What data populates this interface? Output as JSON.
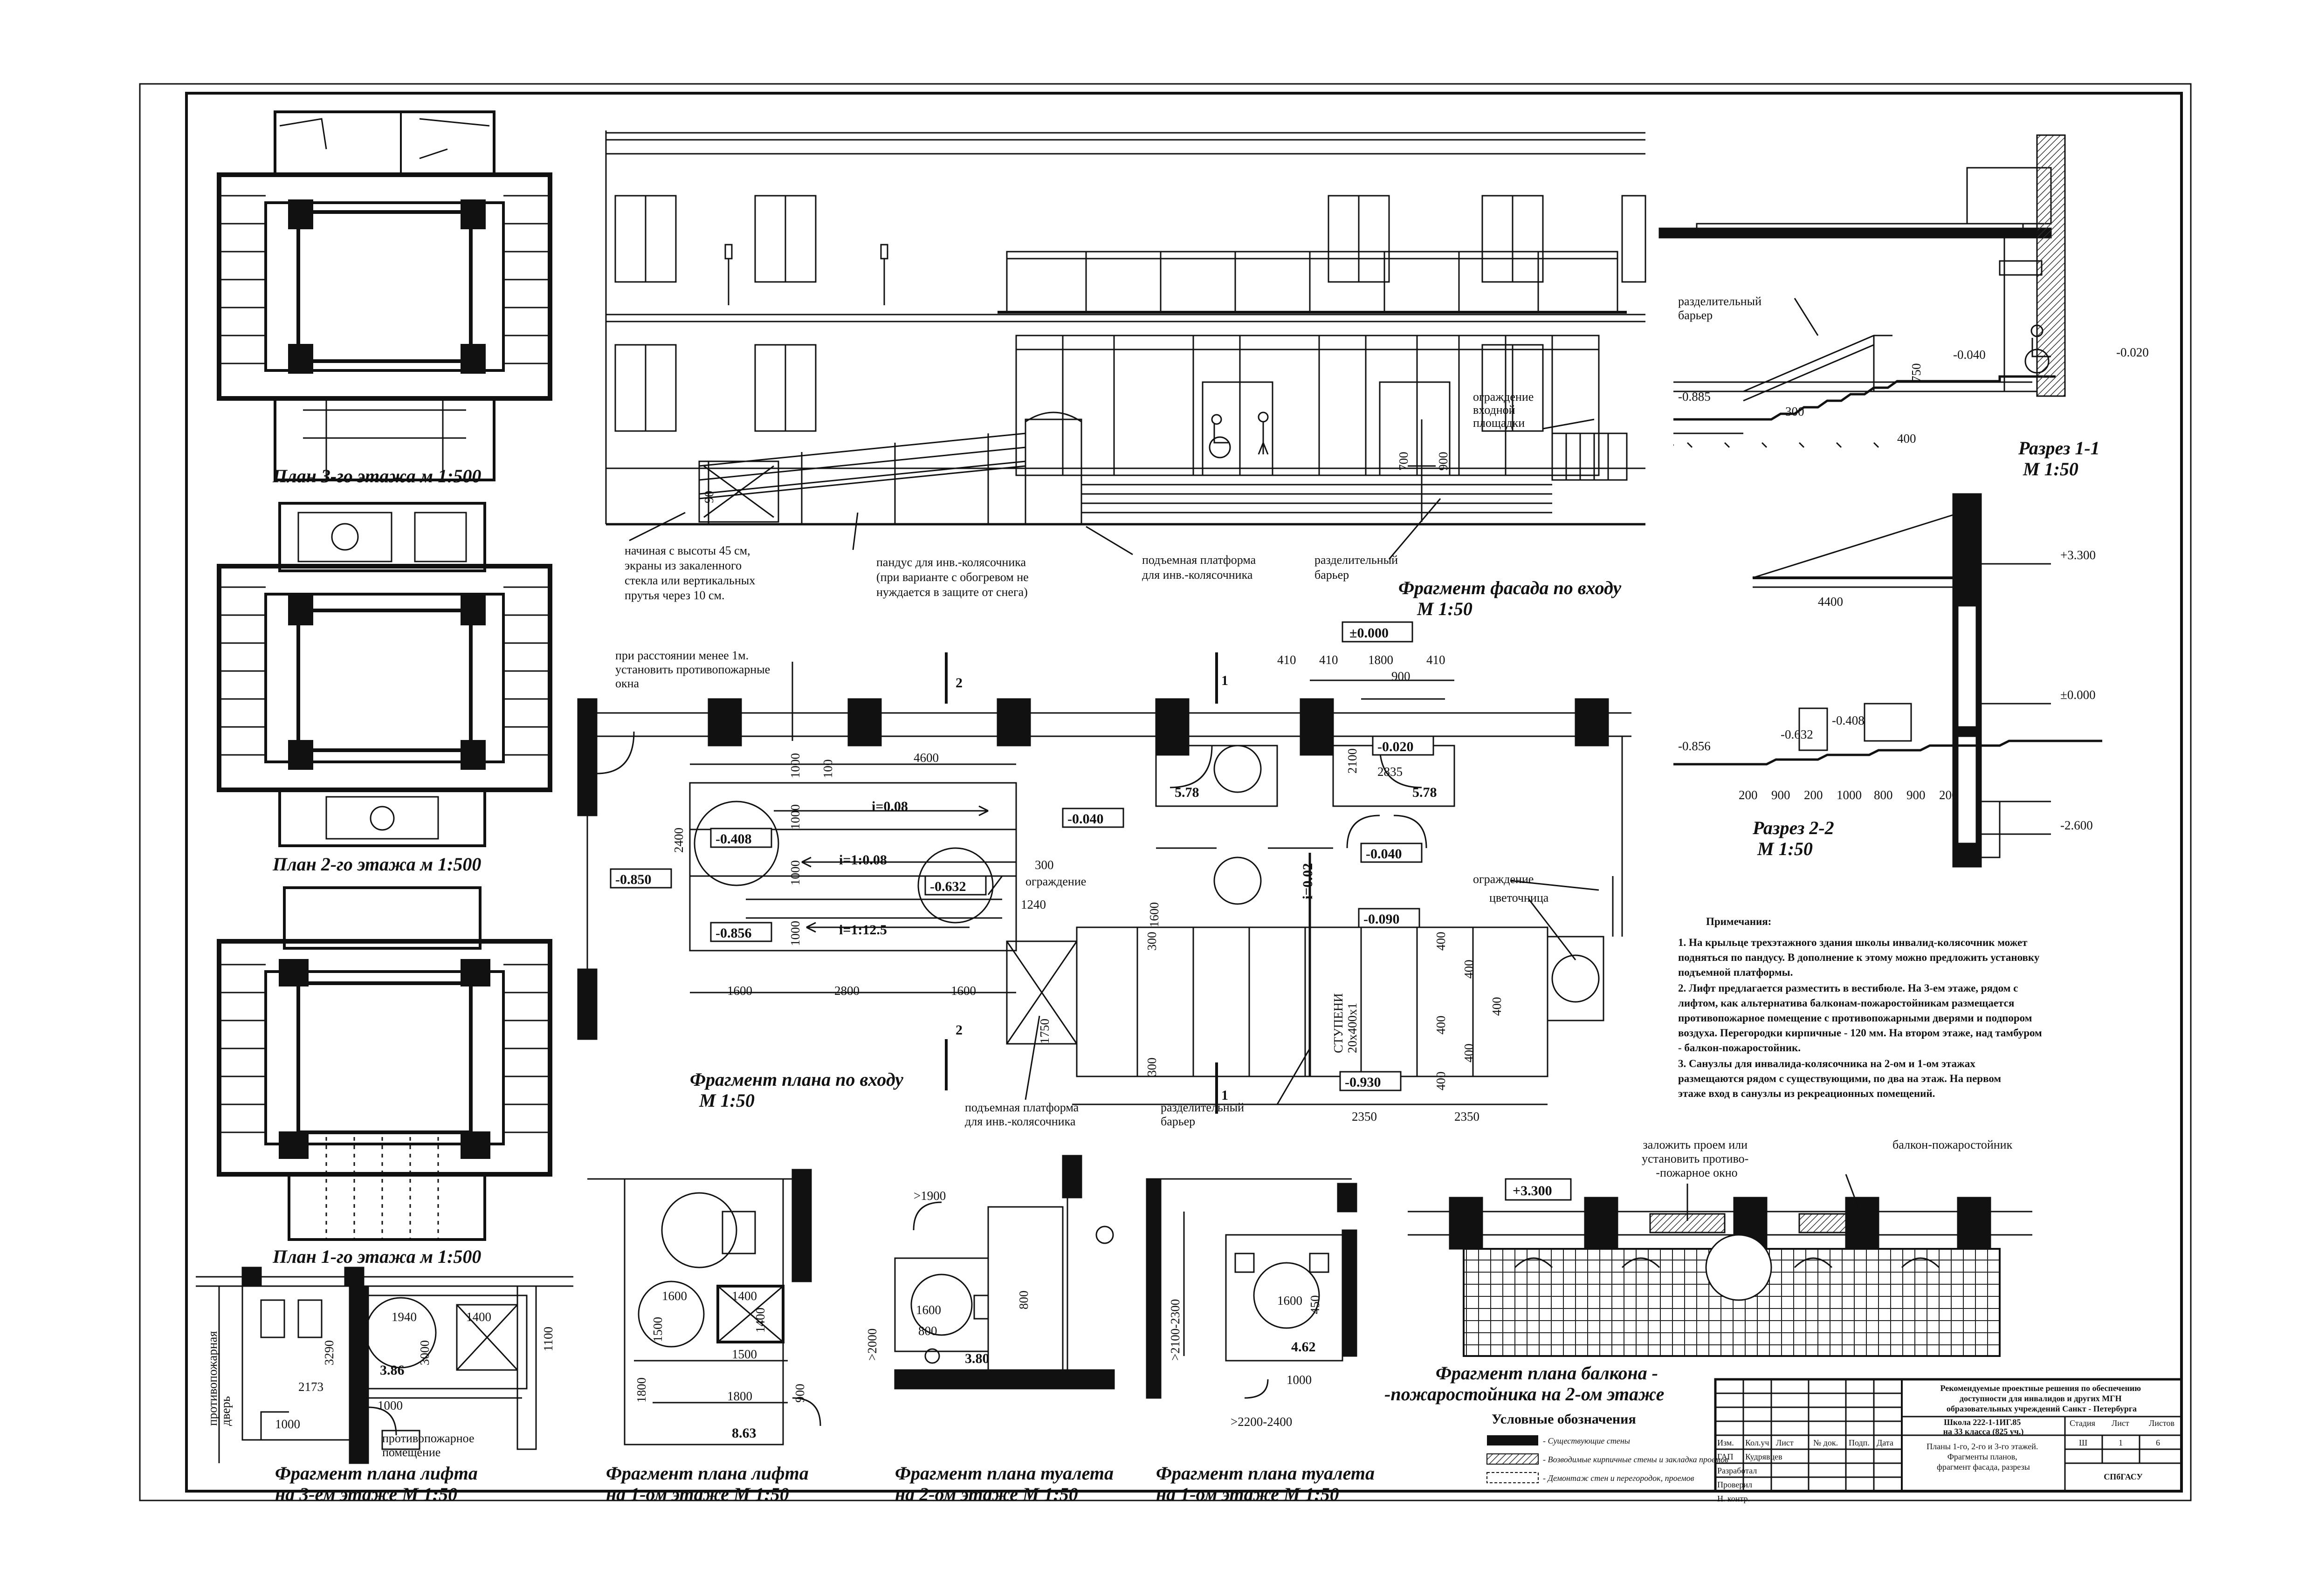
{
  "fragment_titles": {
    "plan_floor3": "План 3-го этажа м 1:500",
    "plan_floor2": "План 2-го этажа м 1:500",
    "plan_floor1": "План 1-го этажа м 1:500",
    "facade": "Фрагмент фасада по входу",
    "facade_scale": "М 1:50",
    "section_1_1": "Разрез 1-1",
    "section_1_1_scale": "М 1:50",
    "section_2_2": "Разрез 2-2",
    "section_2_2_scale": "М 1:50",
    "entrance_plan": "Фрагмент плана по входу",
    "entrance_plan_scale": "М 1:50",
    "lift_floor3_line1": "Фрагмент плана лифта",
    "lift_floor3_line2": "на 3-ем этаже     М 1:50",
    "lift_floor1_line1": "Фрагмент плана лифта",
    "lift_floor1_line2": "на 1-ом этаже     М 1:50",
    "toilet_floor2_line1": "Фрагмент плана туалета",
    "toilet_floor2_line2": "на 2-ом этаже     М 1:50",
    "toilet_floor1_line1": "Фрагмент плана туалета",
    "toilet_floor1_line2": "на 1-ом этаже     М 1:50",
    "balcony_line1": "Фрагмент плана балкона -",
    "balcony_line2": "-пожаростойника на 2-ом этаже"
  },
  "facade_callouts": {
    "screens": [
      "начиная с высоты 45 см,",
      "экраны из закаленного",
      "стекла или вертикальных",
      "прутья через 10 см."
    ],
    "ramp": [
      "пандус для инв.-колясочника",
      "(при варианте с обогревом не",
      "нуждается в защите от снега)"
    ],
    "platform": [
      "подъемная платформа",
      "для инв.-колясочника"
    ],
    "barrier": [
      "разделительный",
      "барьер"
    ],
    "fence": [
      "ограждение",
      "входной",
      "площадки"
    ]
  },
  "facade_dims": {
    "d1": "900",
    "d2": "700",
    "d3": "90"
  },
  "section_1_1": {
    "barrier": [
      "разделительный",
      "барьер"
    ],
    "lvl_left": "-0.885",
    "lvl_mid": "-0.040",
    "lvl_right": "-0.020",
    "dim_750": "750",
    "dim_300": "300",
    "dim_400": "400"
  },
  "section_2_2": {
    "lvl_top": "+3.300",
    "lvl_zero": "±0.000",
    "lvl_bottom": "-2.600",
    "lvl_left": "-0.856",
    "lvl_632": "-0.632",
    "lvl_408": "-0.408",
    "dim_4400": "4400",
    "dims": [
      "200",
      "900",
      "200",
      "1000",
      "800",
      "900",
      "200"
    ]
  },
  "entrance_plan": {
    "window_note": [
      "при расстоянии менее 1м.",
      "установить противопожарные",
      "окна"
    ],
    "lvl_0000": "±0.000",
    "lvl_850": "-0.850",
    "lvl_408": "-0.408",
    "lvl_632": "-0.632",
    "lvl_856": "-0.856",
    "lvl_040a": "-0.040",
    "lvl_020": "-0.020",
    "lvl_040b": "-0.040",
    "lvl_090": "-0.090",
    "lvl_930": "-0.930",
    "slope_1": "i=0.08",
    "slope_2": "i=1:0.08",
    "slope_3": "i=1:12.5",
    "slope_4": "i=0.02",
    "room_1": "5.78",
    "room_2": "5.78",
    "dims_top": [
      "410",
      "410",
      "1800",
      "410"
    ],
    "dim_900": "900",
    "dim_2835": "2835",
    "dim_2100": "2100",
    "dim_4600": "4600",
    "dim_2400": "2400",
    "dim_1000s": [
      "1000",
      "1000",
      "1000",
      "1000"
    ],
    "dim_100": "100",
    "dim_300a": "300",
    "dim_1240": "1240",
    "dims_bottom": [
      "1600",
      "2800",
      "1600"
    ],
    "dim_1750": "1750",
    "dim_1600": "1600",
    "dim_300s": [
      "300",
      "300"
    ],
    "steps": [
      "СТУПЕНИ",
      "20x400x1"
    ],
    "dims_400": [
      "400",
      "400",
      "400",
      "400",
      "400",
      "400"
    ],
    "dims_2350": [
      "2350",
      "2350"
    ],
    "fence": "ограждение",
    "flowerbed": "цветочница",
    "platform": [
      "подъемная платформа",
      "для инв.-колясочника"
    ],
    "barrier": [
      "разделительный",
      "барьер"
    ],
    "section_marks": [
      "1",
      "1",
      "2",
      "2"
    ]
  },
  "notes": {
    "heading": "Примечания:",
    "lines": [
      "1. На крыльце трехэтажного здания школы инвалид-колясочник может",
      "подняться по пандусу. В дополнение к этому можно предложить установку",
      "подъемной платформы.",
      "2. Лифт предлагается разместить в вестибюле. На 3-ем этаже, рядом с",
      "лифтом, как альтернатива балконам-пожаростойникам размещается",
      "противопожарное помещение с противопожарными дверями и подпором",
      "воздуха. Перегородки кирпичные - 120 мм. На втором этаже, над тамбуром",
      "- балкон-пожаростойник.",
      "3. Санузлы для инвалида-колясочника на 2-ом и 1-ом этажах",
      "размещаются рядом с существующими, по два на этаж. На первом",
      "этаже вход в санузлы из рекреационных помещений."
    ]
  },
  "lift_floor3": {
    "door": [
      "противопожарная",
      "дверь"
    ],
    "room_note": [
      "противопожарное",
      "помещение"
    ],
    "area": "3.86",
    "dims": [
      "1940",
      "1400",
      "3290",
      "2173",
      "1000",
      "1000",
      "3000",
      "1100"
    ]
  },
  "lift_floor1": {
    "area": "8.63",
    "dims": [
      "1600",
      "1400",
      "1500",
      "1500",
      "1800",
      "1800",
      "900",
      "1400"
    ]
  },
  "toilet_floor2": {
    "area": "3.80",
    "dims": [
      ">1900",
      ">2000",
      "1600",
      "800",
      "800"
    ]
  },
  "toilet_floor1": {
    "area": "4.62",
    "dims": [
      ">2100-2300",
      ">2200-2400",
      "1000",
      "1600",
      "450"
    ]
  },
  "balcony": {
    "lvl": "+3.300",
    "note_left": [
      "заложить проем или",
      "установить противо-",
      "-пожарное окно"
    ],
    "note_right": "балкон-пожаростойник"
  },
  "legend": {
    "title": "Условные обозначения",
    "items": [
      "- Существующие стены",
      "- Возводимые кирпичные стены и закладка проемов",
      "- Демонтаж стен и перегородок, проемов"
    ]
  },
  "title_block": {
    "row_labels": [
      "Изм.",
      "Кол.уч",
      "Лист",
      "№ док.",
      "Подп.",
      "Дата"
    ],
    "people": [
      "ГАП",
      "Разработал",
      "Проверил",
      "Н. контр."
    ],
    "name": "Кудрявцев",
    "project": [
      "Рекомендуемые проектные решения по обеспечению",
      "доступности для инвалидов и других МГН",
      "образовательных учреждений Санкт - Петербурга"
    ],
    "project_code": [
      "Школа 222-1-1ИГ.85",
      "на 33 класса (825 уч.)"
    ],
    "stage_header": [
      "Стадия",
      "Лист",
      "Листов"
    ],
    "stage": [
      "Ш",
      "1",
      "6"
    ],
    "sheet_desc": [
      "Планы 1-го, 2-го и 3-го этажей.",
      "Фрагменты планов,",
      "фрагмент фасада, разрезы"
    ],
    "org": "СПбГАСУ"
  }
}
